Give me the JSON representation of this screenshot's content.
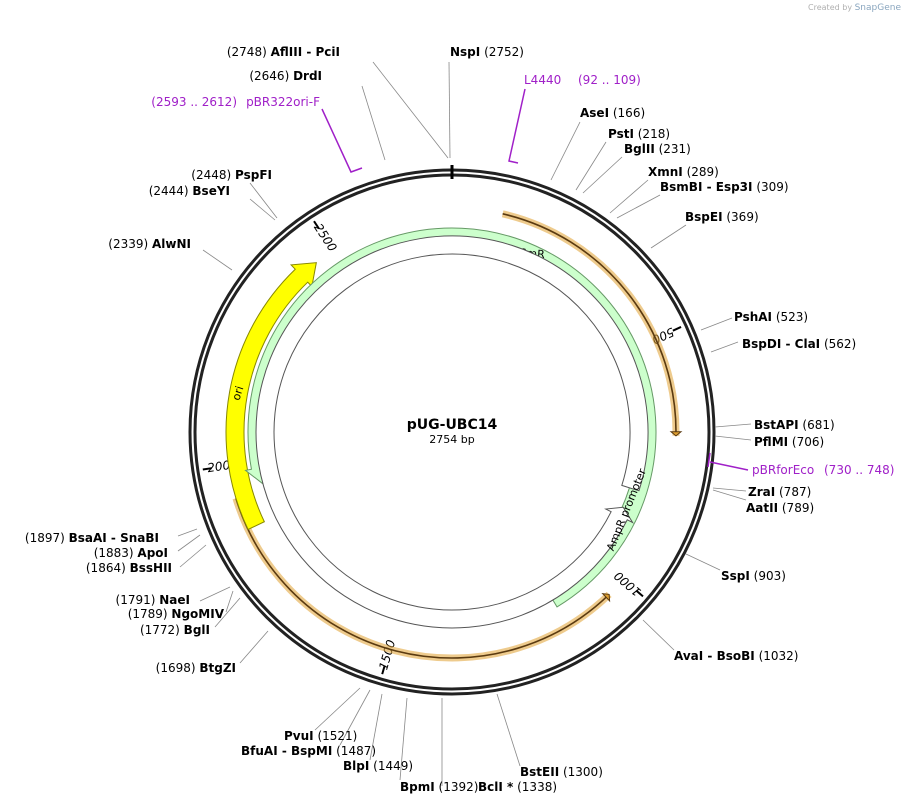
{
  "watermark": {
    "created_by": "Created by",
    "brand": "SnapGene"
  },
  "plasmid": {
    "name": "pUG-UBC14",
    "length_label": "2754 bp",
    "length": 2754
  },
  "tick_labels": [
    {
      "pos": 500,
      "label": "500"
    },
    {
      "pos": 1000,
      "label": "1000"
    },
    {
      "pos": 1500,
      "label": "1500"
    },
    {
      "pos": 2000,
      "label": "2000"
    },
    {
      "pos": 2500,
      "label": "2500"
    }
  ],
  "features": [
    {
      "name": "ori",
      "start": 1870,
      "end": 2458,
      "direction": "cw",
      "color": "#ffff00",
      "stroke": "#888800"
    },
    {
      "name": "SmR",
      "start": 1140,
      "end": 1945,
      "direction": "ccw",
      "color": "#ccffcc",
      "stroke": "#669966"
    },
    {
      "name": "AmpR promoter",
      "start": 822,
      "end": 870,
      "direction": "ccw",
      "color": "#ffffff",
      "stroke": "#555555"
    }
  ],
  "orfs": [
    {
      "start": 100,
      "end": 696,
      "direction": "cw",
      "color": "#e0a030"
    },
    {
      "start": 1935,
      "end": 1040,
      "direction": "ccw",
      "color": "#e0a030"
    }
  ],
  "sites": [
    {
      "pos_label": "(2748)",
      "name": "AflIII",
      "extra": "PciI"
    },
    {
      "pos_label": "(2752)",
      "name": "NspI",
      "extra": ""
    },
    {
      "pos_label": "(2646)",
      "name": "DrdI",
      "extra": ""
    },
    {
      "pos_label": "(166)",
      "name": "AseI",
      "extra": ""
    },
    {
      "pos_label": "(218)",
      "name": "PstI",
      "extra": ""
    },
    {
      "pos_label": "(231)",
      "name": "BglII",
      "extra": ""
    },
    {
      "pos_label": "(289)",
      "name": "XmnI",
      "extra": ""
    },
    {
      "pos_label": "(309)",
      "name": "BsmBI",
      "extra": "Esp3I"
    },
    {
      "pos_label": "(369)",
      "name": "BspEI",
      "extra": ""
    },
    {
      "pos_label": "(2448)",
      "name": "PspFI",
      "extra": ""
    },
    {
      "pos_label": "(2444)",
      "name": "BseYI",
      "extra": ""
    },
    {
      "pos_label": "(2339)",
      "name": "AlwNI",
      "extra": ""
    },
    {
      "pos_label": "(523)",
      "name": "PshAI",
      "extra": ""
    },
    {
      "pos_label": "(562)",
      "name": "BspDI",
      "extra": "ClaI"
    },
    {
      "pos_label": "(681)",
      "name": "BstAPI",
      "extra": ""
    },
    {
      "pos_label": "(706)",
      "name": "PflMI",
      "extra": ""
    },
    {
      "pos_label": "(787)",
      "name": "ZraI",
      "extra": ""
    },
    {
      "pos_label": "(789)",
      "name": "AatII",
      "extra": ""
    },
    {
      "pos_label": "(903)",
      "name": "SspI",
      "extra": ""
    },
    {
      "pos_label": "(1032)",
      "name": "AvaI",
      "extra": "BsoBI"
    },
    {
      "pos_label": "(1897)",
      "name": "BsaAI",
      "extra": "SnaBI"
    },
    {
      "pos_label": "(1883)",
      "name": "ApoI",
      "extra": ""
    },
    {
      "pos_label": "(1864)",
      "name": "BssHII",
      "extra": ""
    },
    {
      "pos_label": "(1791)",
      "name": "NaeI",
      "extra": ""
    },
    {
      "pos_label": "(1789)",
      "name": "NgoMIV",
      "extra": ""
    },
    {
      "pos_label": "(1772)",
      "name": "BglI",
      "extra": ""
    },
    {
      "pos_label": "(1698)",
      "name": "BtgZI",
      "extra": ""
    },
    {
      "pos_label": "(1521)",
      "name": "PvuI",
      "extra": ""
    },
    {
      "pos_label": "(1487)",
      "name": "BfuAI",
      "extra": "BspMI"
    },
    {
      "pos_label": "(1449)",
      "name": "BlpI",
      "extra": ""
    },
    {
      "pos_label": "(1392)",
      "name": "BpmI",
      "extra": ""
    },
    {
      "pos_label": "(1338)",
      "name": "BclI *",
      "extra": ""
    },
    {
      "pos_label": "(1300)",
      "name": "BstEII",
      "extra": ""
    }
  ],
  "primers": [
    {
      "name": "L4440",
      "range": "(92 .. 109)"
    },
    {
      "name": "pBR322ori-F",
      "range": "(2593 .. 2612)"
    },
    {
      "name": "pBRforEco",
      "range": "(730 .. 748)"
    }
  ]
}
